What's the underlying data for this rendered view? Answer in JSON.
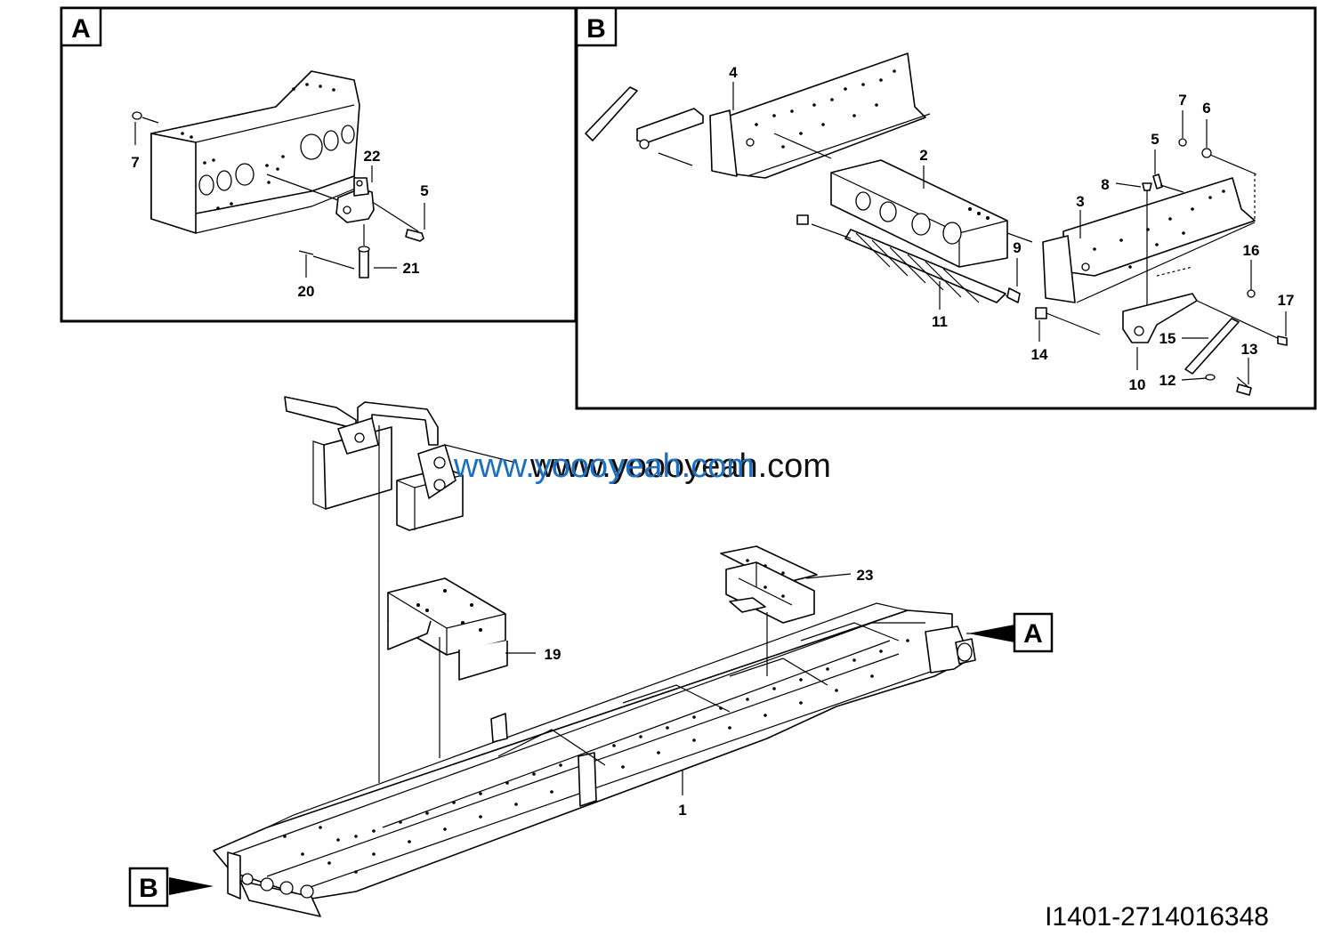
{
  "panels": {
    "a_tag": "A",
    "b_tag": "B"
  },
  "callouts": {
    "a": [
      "7",
      "22",
      "5",
      "21",
      "20"
    ],
    "b": [
      "4",
      "2",
      "7",
      "6",
      "5",
      "8",
      "3",
      "9",
      "16",
      "17",
      "11",
      "15",
      "13",
      "14",
      "10",
      "12"
    ],
    "main": [
      "23",
      "19",
      "1"
    ]
  },
  "markers": {
    "a": "A",
    "b": "B"
  },
  "watermark": {
    "dark": "www.yoooyeah.com",
    "blue": "www.yoooyeah.com"
  },
  "drawing_id": "I1401-2714016348"
}
